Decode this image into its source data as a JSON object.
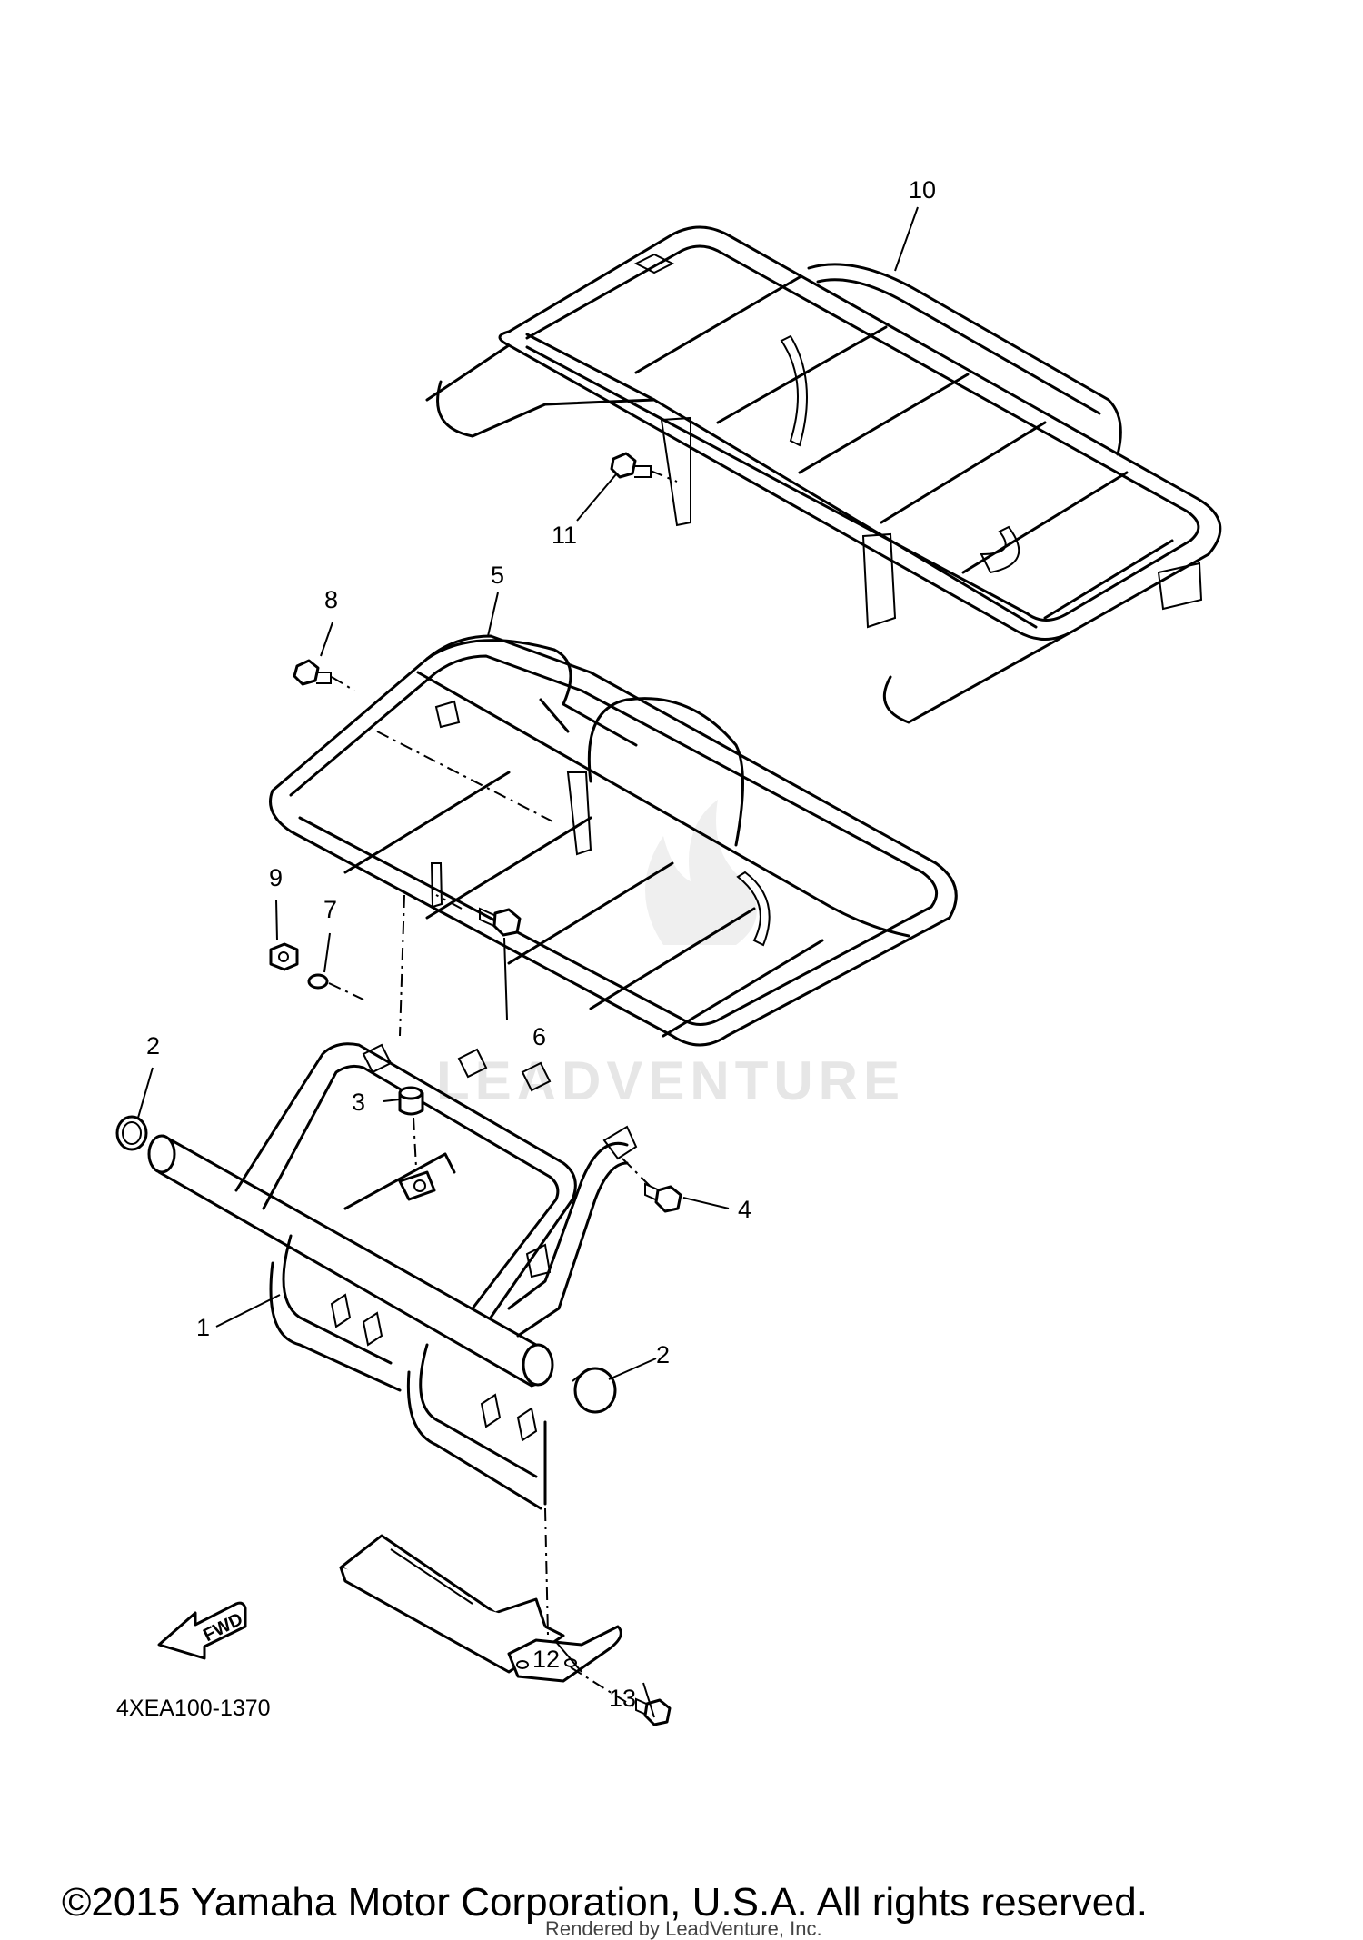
{
  "diagram": {
    "part_code": "4XEA100-1370",
    "fwd_label": "FWD",
    "callouts": [
      "1",
      "2",
      "2",
      "3",
      "4",
      "5",
      "6",
      "7",
      "8",
      "9",
      "10",
      "11",
      "12",
      "13"
    ],
    "watermark": "LEADVENTURE"
  },
  "footer": {
    "copyright": "©2015 Yamaha Motor Corporation, U.S.A. All rights reserved.",
    "rendered_by": "Rendered by LeadVenture, Inc."
  }
}
